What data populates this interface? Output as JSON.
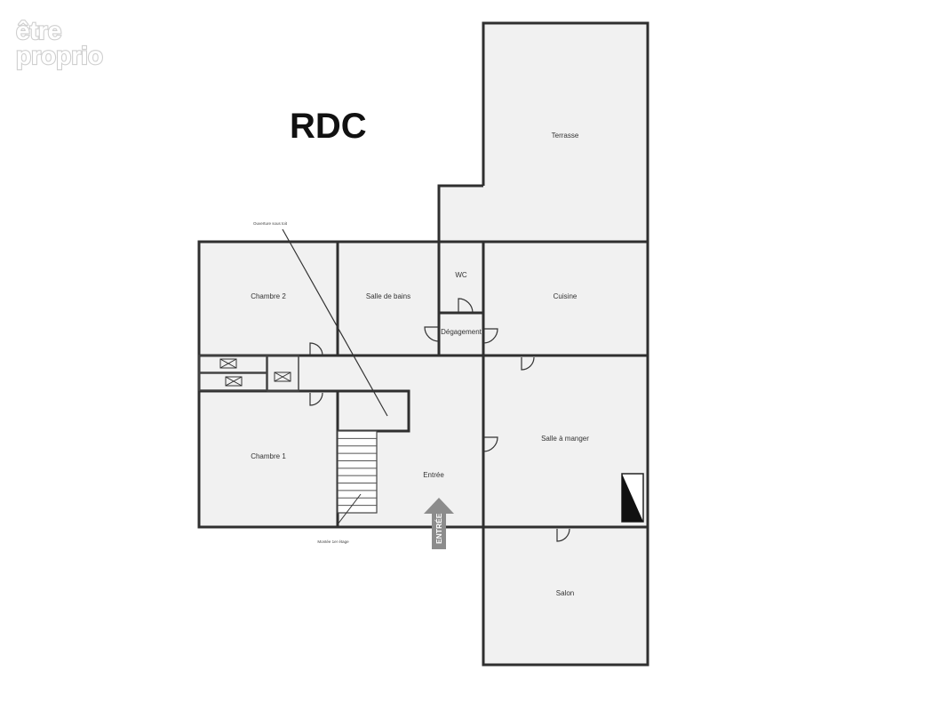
{
  "logo": {
    "line1": "être",
    "line2": "proprio"
  },
  "title": "RDC",
  "rooms": {
    "terrasse": "Terrasse",
    "chambre2": "Chambre 2",
    "salle_de_bains": "Salle de bains",
    "wc": "WC",
    "cuisine": "Cuisine",
    "degagement": "Dégagement",
    "salle_a_manger": "Salle à manger",
    "chambre1": "Chambre 1",
    "entree": "Entrée",
    "salon": "Salon"
  },
  "annotations": {
    "top_note": "Ouverture sous toit",
    "bottom_note": "Montée 1er étage",
    "entry_arrow": "ENTRÉE"
  },
  "colors": {
    "wall": "#2f2f2f",
    "room_fill": "#f1f1f1",
    "arrow": "#8c8c8c",
    "logo": "#d0d0d0"
  }
}
